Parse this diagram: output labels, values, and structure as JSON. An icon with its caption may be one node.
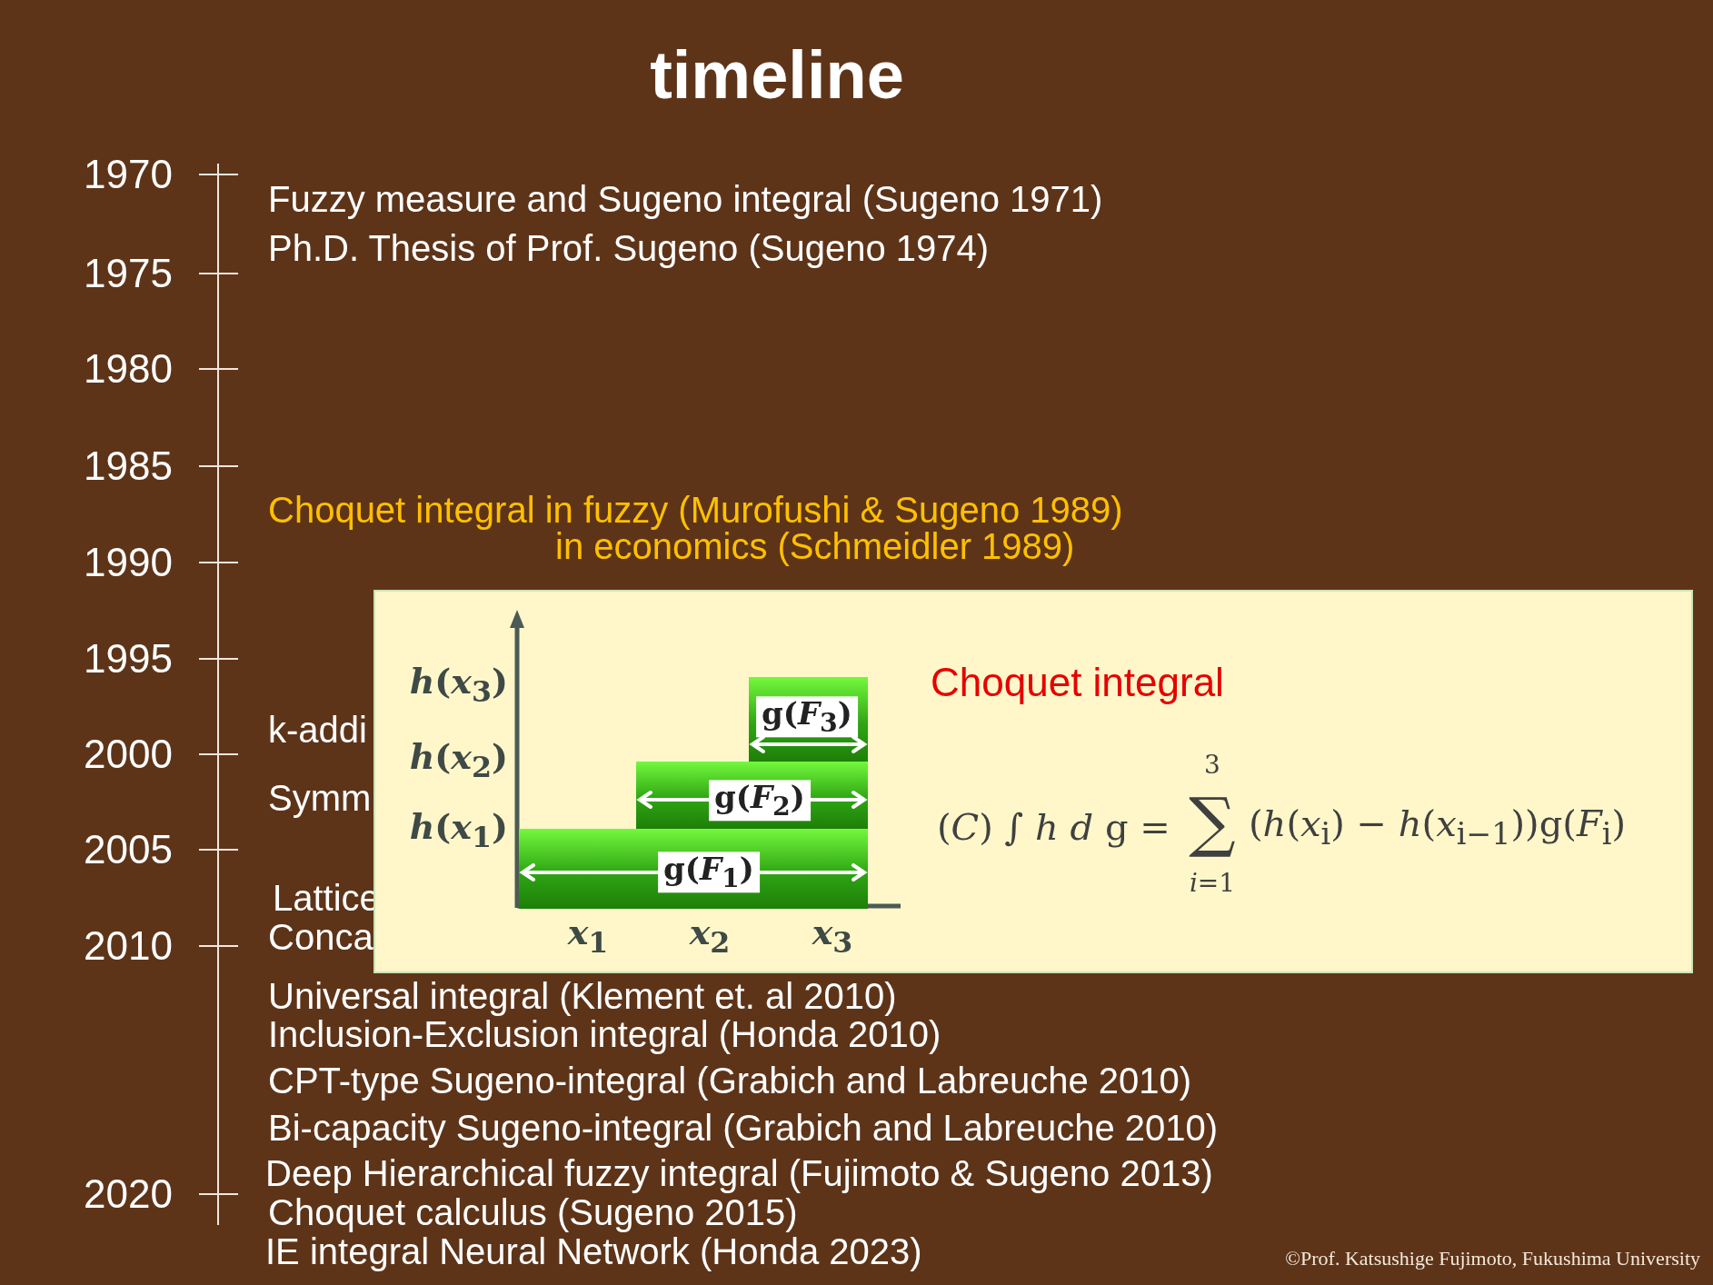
{
  "diagram": {
    "title": "timeline",
    "nodes": [
      {
        "text": [
          "Choquet integral"
        ]
      },
      {
        "text": [
          "g(*F*$_{1}$)"
        ],
        "in": 0
      },
      {
        "text": [
          "g(*F*$_{2}$)"
        ],
        "in": 0
      },
      {
        "text": [
          "g(*F*$_{3}$)"
        ],
        "in": 0
      }
    ],
    "labels": [
      "1970",
      "1975",
      "1980",
      "1985",
      "1990",
      "1995",
      "2000",
      "2005",
      "2010",
      "2020",
      "Fuzzy measure and Sugeno integral (Sugeno 1971)",
      "Ph.D. Thesis of Prof. Sugeno (Sugeno 1974)",
      "Choquet integral in fuzzy (Murofushi & Sugeno 1989)",
      "in economics (Schmeidler 1989)",
      "k-addi",
      "Symm",
      "Lattice",
      "Conca",
      "Universal integral (Klement et. al 2010)",
      "Inclusion-Exclusion integral (Honda 2010)",
      "CPT-type Sugeno-integral (Grabich and Labreuche 2010)",
      "Bi-capacity Sugeno-integral  (Grabich and Labreuche 2010)",
      "Deep Hierarchical fuzzy integral (Fujimoto & Sugeno 2013)",
      "Choquet calculus (Sugeno 2015)",
      "IE integral Neural Network (Honda 2023)",
      "*h*(*x*$_{3}$)",
      "*h*(*x*$_{2}$)",
      "*h*(*x*$_{1}$)",
      "*x*$_{1}$",
      "*x*$_{2}$",
      "*x*$_{3}$",
      "(*C*) ∫ *h* *d* g =",
      "∑",
      "3",
      "*i*=1",
      "(*h*(*x*$_{i}$) − *h*(*x*$_{i−1}$))g(*F*$_{i}$)",
      "©Prof. Katsushige Fujimoto, Fukushima University"
    ]
  }
}
